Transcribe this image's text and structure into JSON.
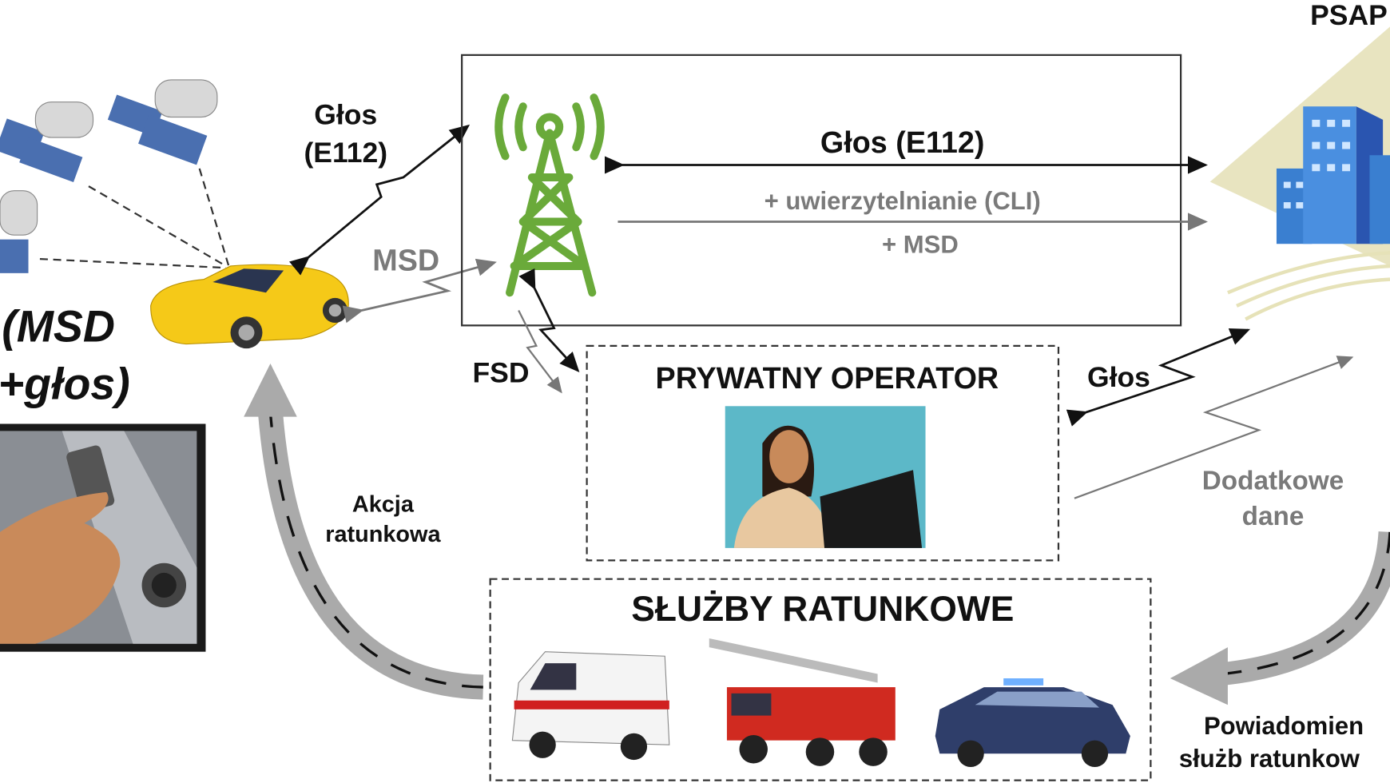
{
  "vehicle": {
    "label_line1": "(MSD",
    "label_line2": "+głos)"
  },
  "links": {
    "car_to_tower_voice_line1": "Głos",
    "car_to_tower_voice_line2": "(E112)",
    "car_to_tower_msd": "MSD",
    "tower_to_operator_fsd": "FSD",
    "network_voice": "Głos (E112)",
    "network_auth": "+ uwierzytelnianie (CLI)",
    "network_msd": "+ MSD",
    "operator_voice": "Głos",
    "additional_data_line1": "Dodatkowe",
    "additional_data_line2": "dane",
    "rescue_action_line1": "Akcja",
    "rescue_action_line2": "ratunkowa",
    "notification_line1": "Powiadomien",
    "notification_line2": "służb ratunkow"
  },
  "psap": {
    "label": "PSAP"
  },
  "operator": {
    "title": "PRYWATNY OPERATOR"
  },
  "services": {
    "title": "SŁUŻBY RATUNKOWE"
  },
  "colors": {
    "tower": "#6aaa3a",
    "car": "#f5c918",
    "building": "#3a7fd0",
    "arrow_gray": "#a8a8a8",
    "operator_bg": "#5cb8c8"
  }
}
